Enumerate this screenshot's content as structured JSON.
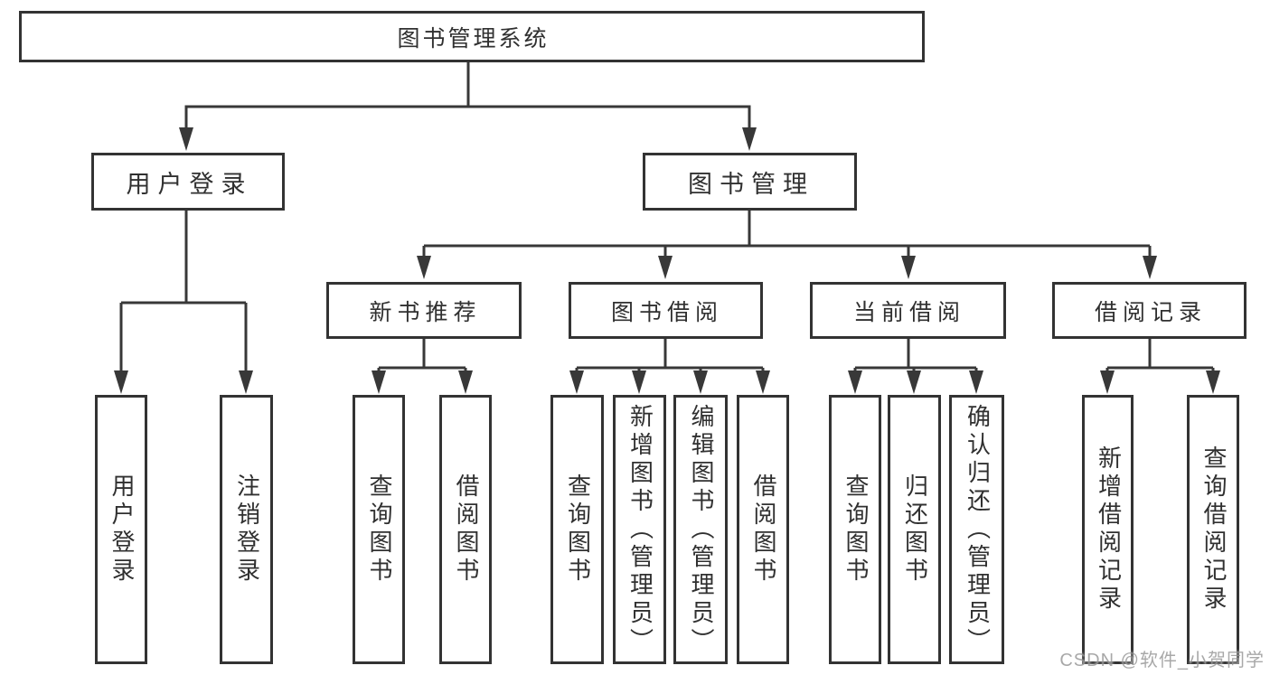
{
  "diagram": {
    "title": "图书管理系统",
    "level2": [
      {
        "label": "用户登录",
        "leaves": [
          "用户登录",
          "注销登录"
        ]
      },
      {
        "label": "图书管理"
      }
    ],
    "level3": [
      {
        "label": "新书推荐",
        "leaves": [
          "查询图书",
          "借阅图书"
        ]
      },
      {
        "label": "图书借阅",
        "leaves": [
          "查询图书",
          "新增图书（管理员）",
          "编辑图书（管理员）",
          "借阅图书"
        ]
      },
      {
        "label": "当前借阅",
        "leaves": [
          "查询图书",
          "归还图书",
          "确认归还（管理员）"
        ]
      },
      {
        "label": "借阅记录",
        "leaves": [
          "新增借阅记录",
          "查询借阅记录"
        ]
      }
    ]
  },
  "colors": {
    "line": "#383838",
    "border": "#333333",
    "text": "#303030",
    "wm": "#9a9a9a"
  },
  "watermark": {
    "text": "CSDN @软件_小贺同学"
  }
}
